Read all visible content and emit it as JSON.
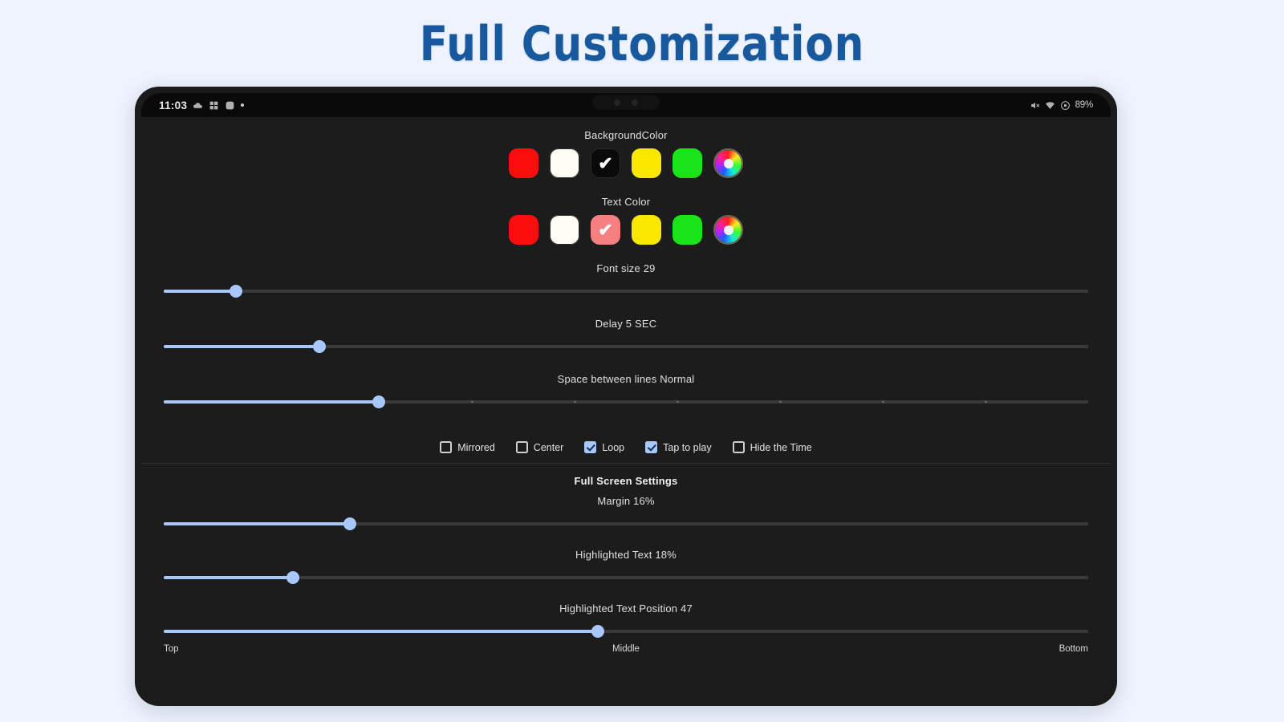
{
  "hero": {
    "title": "Full Customization"
  },
  "status_bar": {
    "clock": "11:03",
    "battery": "89%",
    "icons_left": [
      "cloud-icon",
      "grid-icon",
      "app-icon",
      "dot-icon"
    ],
    "icons_right": [
      "mute-icon",
      "wifi-icon",
      "location-icon",
      "battery-icon"
    ]
  },
  "background_color": {
    "label": "BackgroundColor",
    "swatches": [
      {
        "name": "red",
        "color": "#fb0d0d",
        "selected": false
      },
      {
        "name": "white",
        "color": "#fdfdf4",
        "selected": false
      },
      {
        "name": "black",
        "color": "#0a0a0a",
        "selected": true,
        "check_color": "#ffffff"
      },
      {
        "name": "yellow",
        "color": "#f8e800",
        "selected": false
      },
      {
        "name": "green",
        "color": "#1ae31a",
        "selected": false
      },
      {
        "name": "color-wheel",
        "color": "rainbow",
        "selected": false
      }
    ]
  },
  "text_color": {
    "label": "Text Color",
    "swatches": [
      {
        "name": "red",
        "color": "#fb0d0d",
        "selected": false
      },
      {
        "name": "white",
        "color": "#fdfdf4",
        "selected": false
      },
      {
        "name": "salmon",
        "color": "#f4817f",
        "selected": true,
        "check_color": "#ffffff"
      },
      {
        "name": "yellow",
        "color": "#f8e800",
        "selected": false
      },
      {
        "name": "green",
        "color": "#1ae31a",
        "selected": false
      },
      {
        "name": "color-wheel",
        "color": "rainbow",
        "selected": false
      }
    ]
  },
  "sliders": [
    {
      "name": "font-size",
      "label": "Font size 29",
      "percent": 7.8,
      "ticks": 0
    },
    {
      "name": "delay",
      "label": "Delay  5 SEC",
      "percent": 16.8,
      "ticks": 0
    },
    {
      "name": "line-space",
      "label": "Space between lines  Normal",
      "percent": 23.3,
      "ticks": 8
    }
  ],
  "checkboxes": [
    {
      "name": "mirrored",
      "label": "Mirrored",
      "checked": false
    },
    {
      "name": "center",
      "label": "Center",
      "checked": false
    },
    {
      "name": "loop",
      "label": "Loop",
      "checked": true
    },
    {
      "name": "tap-to-play",
      "label": "Tap to play",
      "checked": true
    },
    {
      "name": "hide-the-time",
      "label": "Hide the Time",
      "checked": false
    }
  ],
  "full_screen": {
    "heading": "Full Screen Settings",
    "sliders": [
      {
        "name": "margin",
        "label": "Margin 16%",
        "percent": 20.1
      },
      {
        "name": "highlighted-text",
        "label": "Highlighted Text 18%",
        "percent": 14.0
      },
      {
        "name": "highlighted-text-position",
        "label": "Highlighted Text Position 47",
        "percent": 47.0
      }
    ],
    "axis": {
      "left": "Top",
      "middle": "Middle",
      "right": "Bottom"
    }
  },
  "colors": {
    "accent": "#a8c7fa",
    "app_bg": "#1c1c1c",
    "title_blue": "#18599e",
    "page_bg": "#eef3fd"
  }
}
